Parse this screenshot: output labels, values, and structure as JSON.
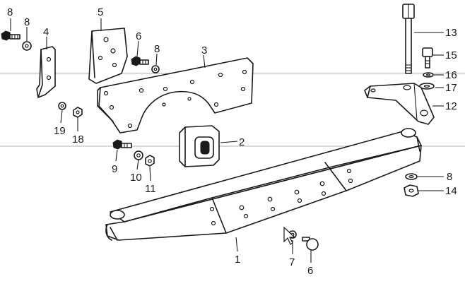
{
  "diagram": {
    "colors": {
      "ink": "#1a1a1a",
      "paper": "#ffffff",
      "scan_line": "#9a9a9a"
    },
    "icons": {
      "cursor": "mouse-pointer-icon"
    },
    "callouts": [
      "1",
      "2",
      "3",
      "4",
      "5",
      "6",
      "6",
      "7",
      "8",
      "8",
      "8",
      "8",
      "9",
      "10",
      "11",
      "12",
      "13",
      "14",
      "15",
      "16",
      "17",
      "18",
      "19"
    ]
  }
}
